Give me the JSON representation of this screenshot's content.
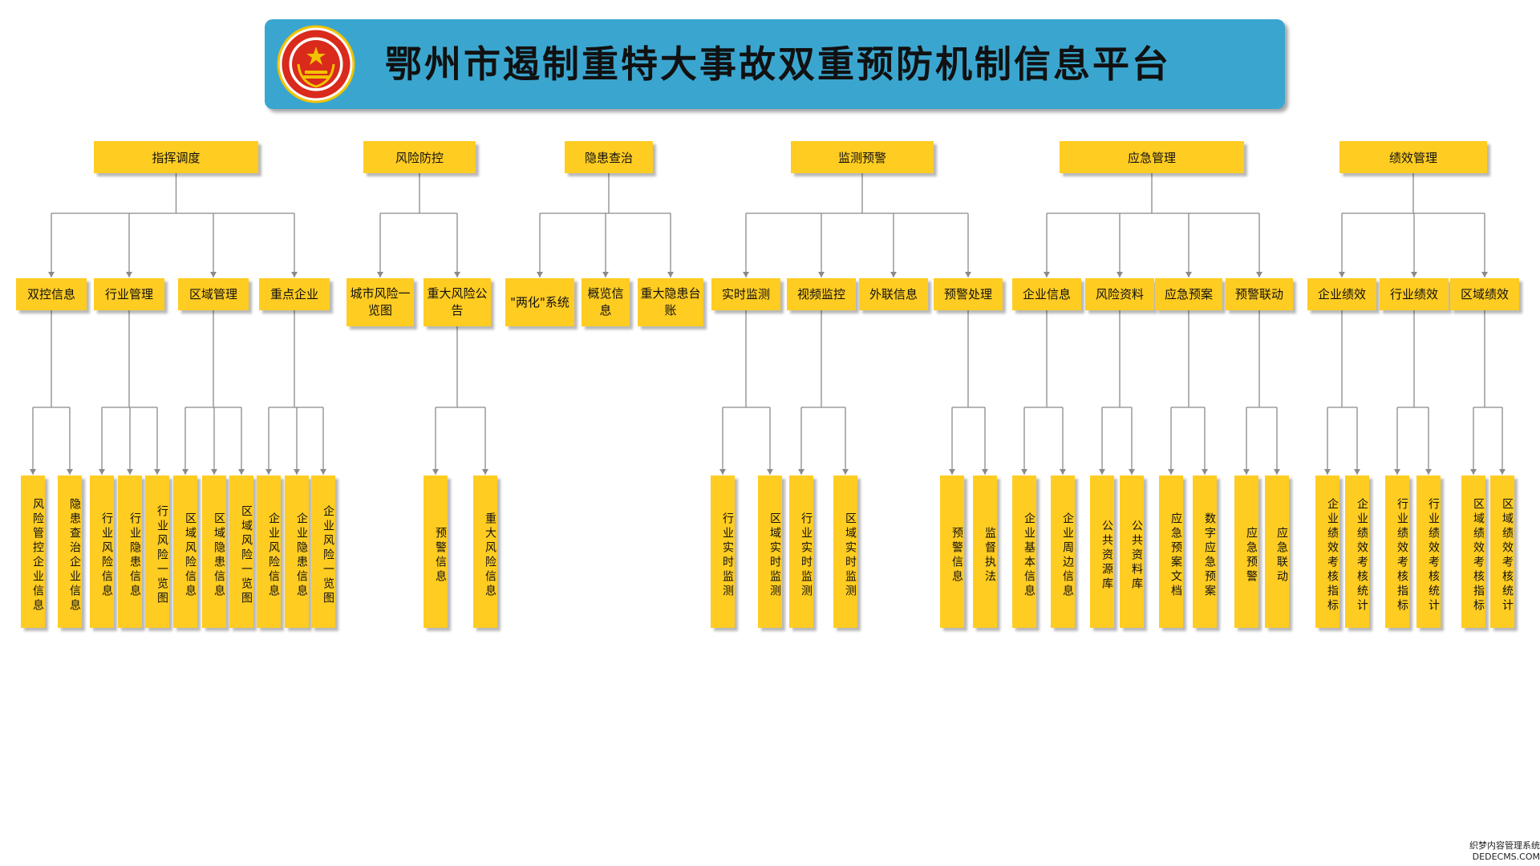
{
  "title": "鄂州市遏制重特大事故双重预防机制信息平台",
  "colors": {
    "banner": "#3aa6cf",
    "box": "#ffcc22",
    "line": "#8a8a8a",
    "seal_red": "#d92a1c",
    "seal_gold": "#f2c300"
  },
  "seal_icon": "safety-administration-emblem",
  "categories": [
    {
      "label": "指挥调度",
      "children": [
        {
          "label": "双控信息",
          "children": [
            "风险管控企业信息",
            "隐患查治企业信息"
          ]
        },
        {
          "label": "行业管理",
          "children": [
            "行业风险信息",
            "行业隐患信息",
            "行业风险一览图"
          ]
        },
        {
          "label": "区域管理",
          "children": [
            "区域风险信息",
            "区域隐患信息",
            "区域风险一览图"
          ]
        },
        {
          "label": "重点企业",
          "children": [
            "企业风险信息",
            "企业隐患信息",
            "企业风险一览图"
          ]
        }
      ]
    },
    {
      "label": "风险防控",
      "children": [
        {
          "label": "城市风险一览图",
          "children": []
        },
        {
          "label": "重大风险公告",
          "children": [
            "预警信息",
            "重大风险信息"
          ]
        }
      ]
    },
    {
      "label": "隐患查治",
      "children": [
        {
          "label": "\"两化\"系统",
          "children": []
        },
        {
          "label": "概览信息",
          "children": []
        },
        {
          "label": "重大隐患台账",
          "children": []
        }
      ]
    },
    {
      "label": "监测预警",
      "children": [
        {
          "label": "实时监测",
          "children": [
            "行业实时监测",
            "区域实时监测"
          ]
        },
        {
          "label": "视频监控",
          "children": [
            "行业实时监测",
            "区域实时监测"
          ]
        },
        {
          "label": "外联信息",
          "children": []
        },
        {
          "label": "预警处理",
          "children": [
            "预警信息",
            "监督执法"
          ]
        }
      ]
    },
    {
      "label": "应急管理",
      "children": [
        {
          "label": "企业信息",
          "children": [
            "企业基本信息",
            "企业周边信息"
          ]
        },
        {
          "label": "风险资料",
          "children": [
            "公共资源库",
            "公共资料库"
          ]
        },
        {
          "label": "应急预案",
          "children": [
            "应急预案文档",
            "数字应急预案"
          ]
        },
        {
          "label": "预警联动",
          "children": [
            "应急预警",
            "应急联动"
          ]
        }
      ]
    },
    {
      "label": "绩效管理",
      "children": [
        {
          "label": "企业绩效",
          "children": [
            "企业绩效考核指标",
            "企业绩效考核统计"
          ]
        },
        {
          "label": "行业绩效",
          "children": [
            "行业绩效考核指标",
            "行业绩效考核统计"
          ]
        },
        {
          "label": "区域绩效",
          "children": [
            "区域绩效考核指标",
            "区域绩效考核统计"
          ]
        }
      ]
    }
  ],
  "watermark": {
    "line1": "织梦内容管理系统",
    "line2": "DEDECMS.COM"
  }
}
